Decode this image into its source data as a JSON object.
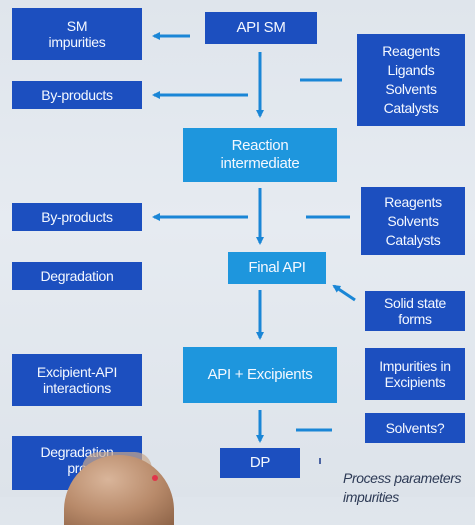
{
  "nodes": {
    "sm_impurities": "SM\nimpurities",
    "api_sm": "API SM",
    "reagents_1": "Reagents\nLigands\nSolvents\nCatalysts",
    "byproducts_1": "By-products",
    "reaction_intermediate": "Reaction\nintermediate",
    "byproducts_2": "By-products",
    "reagents_2": "Reagents\nSolvents\nCatalysts",
    "degradation_1": "Degradation",
    "final_api": "Final API",
    "solid_state": "Solid state\nforms",
    "excipient_api": "Excipient-API\ninteractions",
    "api_excipients": "API + Excipients",
    "impurities_excipients": "Impurities in\nExcipients",
    "solvents": "Solvents?",
    "degradation_2": "Degradation\npro",
    "dp": "DP"
  },
  "caption": {
    "line1": "Process parameters",
    "line2": "impurities"
  },
  "colors": {
    "side_box": "#1c4fbf",
    "main_box": "#1e96dd",
    "connector": "#1a86d6",
    "background": "#e2e8ee"
  }
}
